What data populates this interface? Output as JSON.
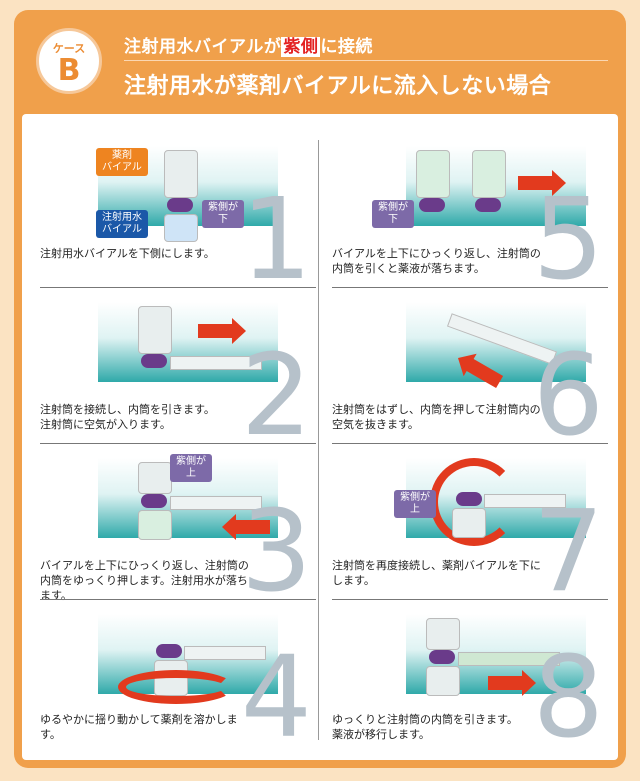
{
  "header": {
    "badge_kesu": "ケース",
    "badge_letter": "B",
    "sub_pre": "注射用水バイアルが",
    "sub_highlight": "紫側",
    "sub_post": "に接続",
    "main": "注射用水が薬剤バイアルに流入しない場合"
  },
  "colors": {
    "frame": "#f0a04b",
    "teal": "#2fa9a9",
    "red_arrow": "#e23a1e",
    "purple_cap": "#6a3b8a",
    "step_number": "#b6c1ca"
  },
  "steps": [
    {
      "number": "1",
      "caption": "注射用水バイアルを下側にします。",
      "labels": {
        "drug_vial": "薬剤\nバイアル",
        "water_vial": "注射用水\nバイアル",
        "purple_down": "紫側が\n下"
      }
    },
    {
      "number": "2",
      "caption": "注射筒を接続し、内筒を引きます。\n注射筒に空気が入ります。"
    },
    {
      "number": "3",
      "caption": "バイアルを上下にひっくり返し、注射筒の内筒をゆっくり押します。注射用水が落ちます。",
      "labels": {
        "purple_up": "紫側が\n上"
      }
    },
    {
      "number": "4",
      "caption": "ゆるやかに揺り動かして薬剤を溶かします。"
    },
    {
      "number": "5",
      "caption": "バイアルを上下にひっくり返し、注射筒の内筒を引くと薬液が落ちます。",
      "labels": {
        "purple_down": "紫側が\n下"
      }
    },
    {
      "number": "6",
      "caption": "注射筒をはずし、内筒を押して注射筒内の空気を抜きます。"
    },
    {
      "number": "7",
      "caption": "注射筒を再度接続し、薬剤バイアルを下にします。",
      "labels": {
        "purple_up": "紫側が\n上"
      }
    },
    {
      "number": "8",
      "caption": "ゆっくりと注射筒の内筒を引きます。\n薬液が移行します。"
    }
  ]
}
